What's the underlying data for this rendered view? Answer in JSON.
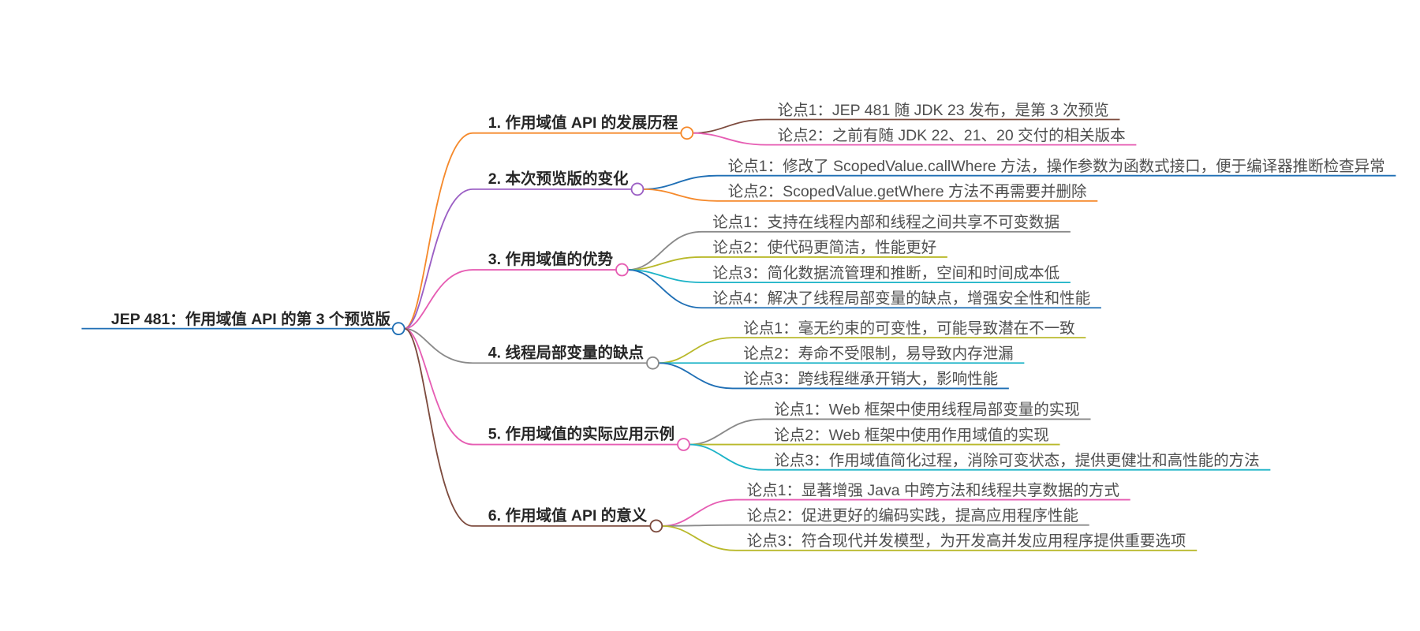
{
  "root": {
    "label": "JEP 481：作用域值 API 的第 3 个预览版",
    "color": "#1f6fb5"
  },
  "branches": [
    {
      "label": "1. 作用域值 API 的发展历程",
      "color": "#f5892b",
      "points": [
        {
          "label": "论点1：JEP 481 随 JDK 23 发布，是第 3 次预览",
          "color": "#7d4b3e"
        },
        {
          "label": "论点2：之前有随 JDK 22、21、20 交付的相关版本",
          "color": "#e65db3"
        }
      ]
    },
    {
      "label": "2. 本次预览版的变化",
      "color": "#9b5fc4",
      "points": [
        {
          "label": "论点1：修改了 ScopedValue.callWhere 方法，操作参数为函数式接口，便于编译器推断检查异常",
          "color": "#1f6fb5"
        },
        {
          "label": "论点2：ScopedValue.getWhere 方法不再需要并删除",
          "color": "#f5892b"
        }
      ]
    },
    {
      "label": "3. 作用域值的优势",
      "color": "#e65db3",
      "points": [
        {
          "label": "论点1：支持在线程内部和线程之间共享不可变数据",
          "color": "#8a8a8a"
        },
        {
          "label": "论点2：使代码更简洁，性能更好",
          "color": "#b9b92b"
        },
        {
          "label": "论点3：简化数据流管理和推断，空间和时间成本低",
          "color": "#1cb3c7"
        },
        {
          "label": "论点4：解决了线程局部变量的缺点，增强安全性和性能",
          "color": "#1f6fb5"
        }
      ]
    },
    {
      "label": "4. 线程局部变量的缺点",
      "color": "#8a8a8a",
      "points": [
        {
          "label": "论点1：毫无约束的可变性，可能导致潜在不一致",
          "color": "#b9b92b"
        },
        {
          "label": "论点2：寿命不受限制，易导致内存泄漏",
          "color": "#1cb3c7"
        },
        {
          "label": "论点3：跨线程继承开销大，影响性能",
          "color": "#1f6fb5"
        }
      ]
    },
    {
      "label": "5. 作用域值的实际应用示例",
      "color": "#e65db3",
      "points": [
        {
          "label": "论点1：Web 框架中使用线程局部变量的实现",
          "color": "#8a8a8a"
        },
        {
          "label": "论点2：Web 框架中使用作用域值的实现",
          "color": "#b9b92b"
        },
        {
          "label": "论点3：作用域值简化过程，消除可变状态，提供更健壮和高性能的方法",
          "color": "#1cb3c7"
        }
      ]
    },
    {
      "label": "6. 作用域值 API 的意义",
      "color": "#7d4b3e",
      "points": [
        {
          "label": "论点1：显著增强 Java 中跨方法和线程共享数据的方式",
          "color": "#e65db3"
        },
        {
          "label": "论点2：促进更好的编码实践，提高应用程序性能",
          "color": "#8a8a8a"
        },
        {
          "label": "论点3：符合现代并发模型，为开发高并发应用程序提供重要选项",
          "color": "#b9b92b"
        }
      ]
    }
  ]
}
